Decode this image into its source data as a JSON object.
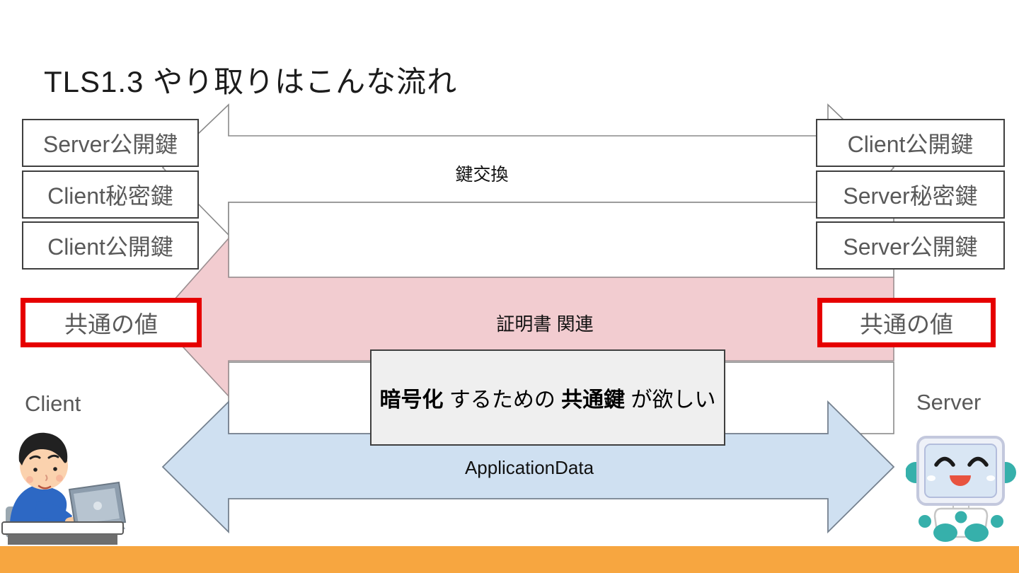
{
  "slide": {
    "title": "TLS1.3 やり取りはこんな流れ",
    "left_column": {
      "actor": "Client",
      "boxes": [
        "Server公開鍵",
        "Client秘密鍵",
        "Client公開鍵"
      ],
      "shared_value": "共通の値"
    },
    "right_column": {
      "actor": "Server",
      "boxes": [
        "Client公開鍵",
        "Server秘密鍵",
        "Server公開鍵"
      ],
      "shared_value": "共通の値"
    },
    "arrows": {
      "key_exchange_label": "鍵交換",
      "certificate_label": "証明書 関連",
      "application_data_label": "ApplicationData"
    },
    "callout": {
      "segments": [
        {
          "text": "暗号化",
          "bold": true
        },
        {
          "text": " するための ",
          "bold": false
        },
        {
          "text": "共通鍵",
          "bold": true
        },
        {
          "text": " が欲しい",
          "bold": false
        }
      ]
    },
    "icons": {
      "client_illustration": "person-at-laptop-illustration",
      "server_illustration": "robot-computer-illustration"
    },
    "colors": {
      "highlight_red": "#e60000",
      "certificate_arrow_pink": "#f2ccd0",
      "application_arrow_blue": "#cfe0f1",
      "callout_gray": "#efefef",
      "footer_orange": "#f7a640",
      "box_text_gray": "#595959"
    }
  }
}
